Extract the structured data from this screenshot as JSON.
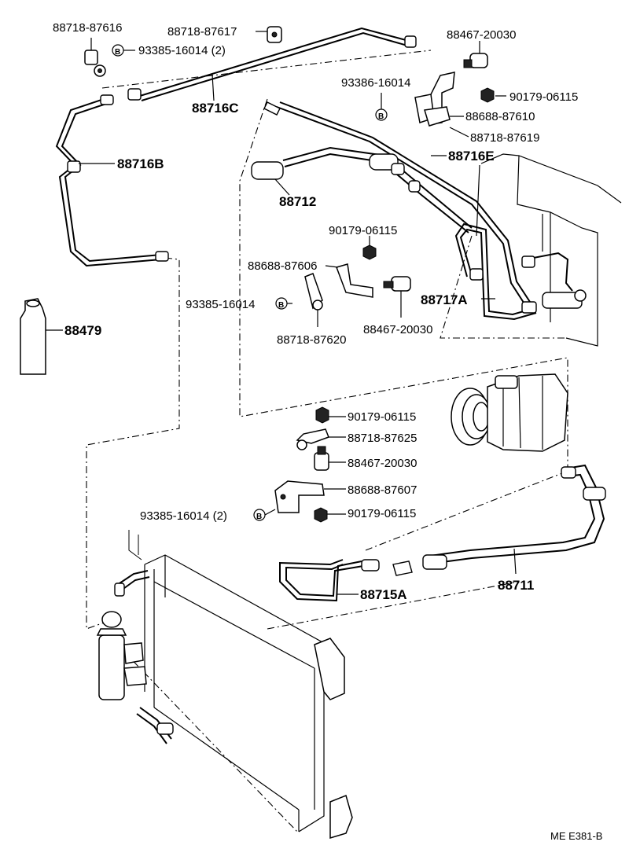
{
  "diagram_code": "ME E381-B",
  "bolt_symbol": "B",
  "labels": {
    "p88718_87616": "88718-87616",
    "p93385_16014_2_top": "93385-16014 (2)",
    "p88718_87617": "88718-87617",
    "p88716C": "88716C",
    "p88716B": "88716B",
    "p88467_20030_top": "88467-20030",
    "p93386_16014": "93386-16014",
    "p90179_06115_top": "90179-06115",
    "p88688_87610": "88688-87610",
    "p88718_87619": "88718-87619",
    "p88716E": "88716E",
    "p88712": "88712",
    "p90179_06115_mid": "90179-06115",
    "p88688_87606": "88688-87606",
    "p93385_16014_mid": "93385-16014",
    "p88467_20030_mid": "88467-20030",
    "p88718_87620": "88718-87620",
    "p88717A": "88717A",
    "p88479": "88479",
    "p90179_06115_low": "90179-06115",
    "p88718_87625": "88718-87625",
    "p88467_20030_low": "88467-20030",
    "p88688_87607": "88688-87607",
    "p93385_16014_2_low": "93385-16014 (2)",
    "p90179_06115_bottom": "90179-06115",
    "p88715A": "88715A",
    "p88711": "88711"
  }
}
